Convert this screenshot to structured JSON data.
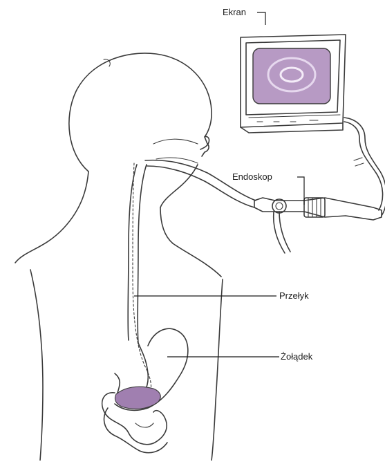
{
  "labels": {
    "screen": "Ekran",
    "endoscope": "Endoskop",
    "esophagus": "Przełyk",
    "stomach": "Żołądek"
  },
  "colors": {
    "ink": "#3a3a3a",
    "screen_fill": "#b79ac4",
    "stomach_fill": "#a07fb0"
  }
}
